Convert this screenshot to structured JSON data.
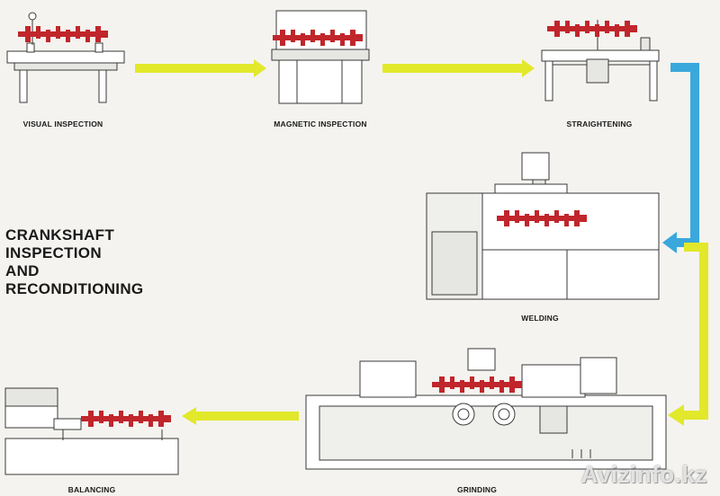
{
  "title_lines": [
    "CRANKSHAFT",
    "INSPECTION",
    "AND",
    "RECONDITIONING"
  ],
  "stages": {
    "visual": "VISUAL  INSPECTION",
    "magnetic": "MAGNETIC  INSPECTION",
    "straightening": "STRAIGHTENING",
    "welding": "WELDING",
    "grinding": "GRINDING",
    "balancing": "BALANCING"
  },
  "watermark": "Avizinfo.kz",
  "colors": {
    "arrow_yellow": "#e2e82a",
    "arrow_blue": "#3aa8dc",
    "crankshaft_red": "#c0262b",
    "machine_outline": "#3a3a3a",
    "background": "#f4f3ef"
  }
}
